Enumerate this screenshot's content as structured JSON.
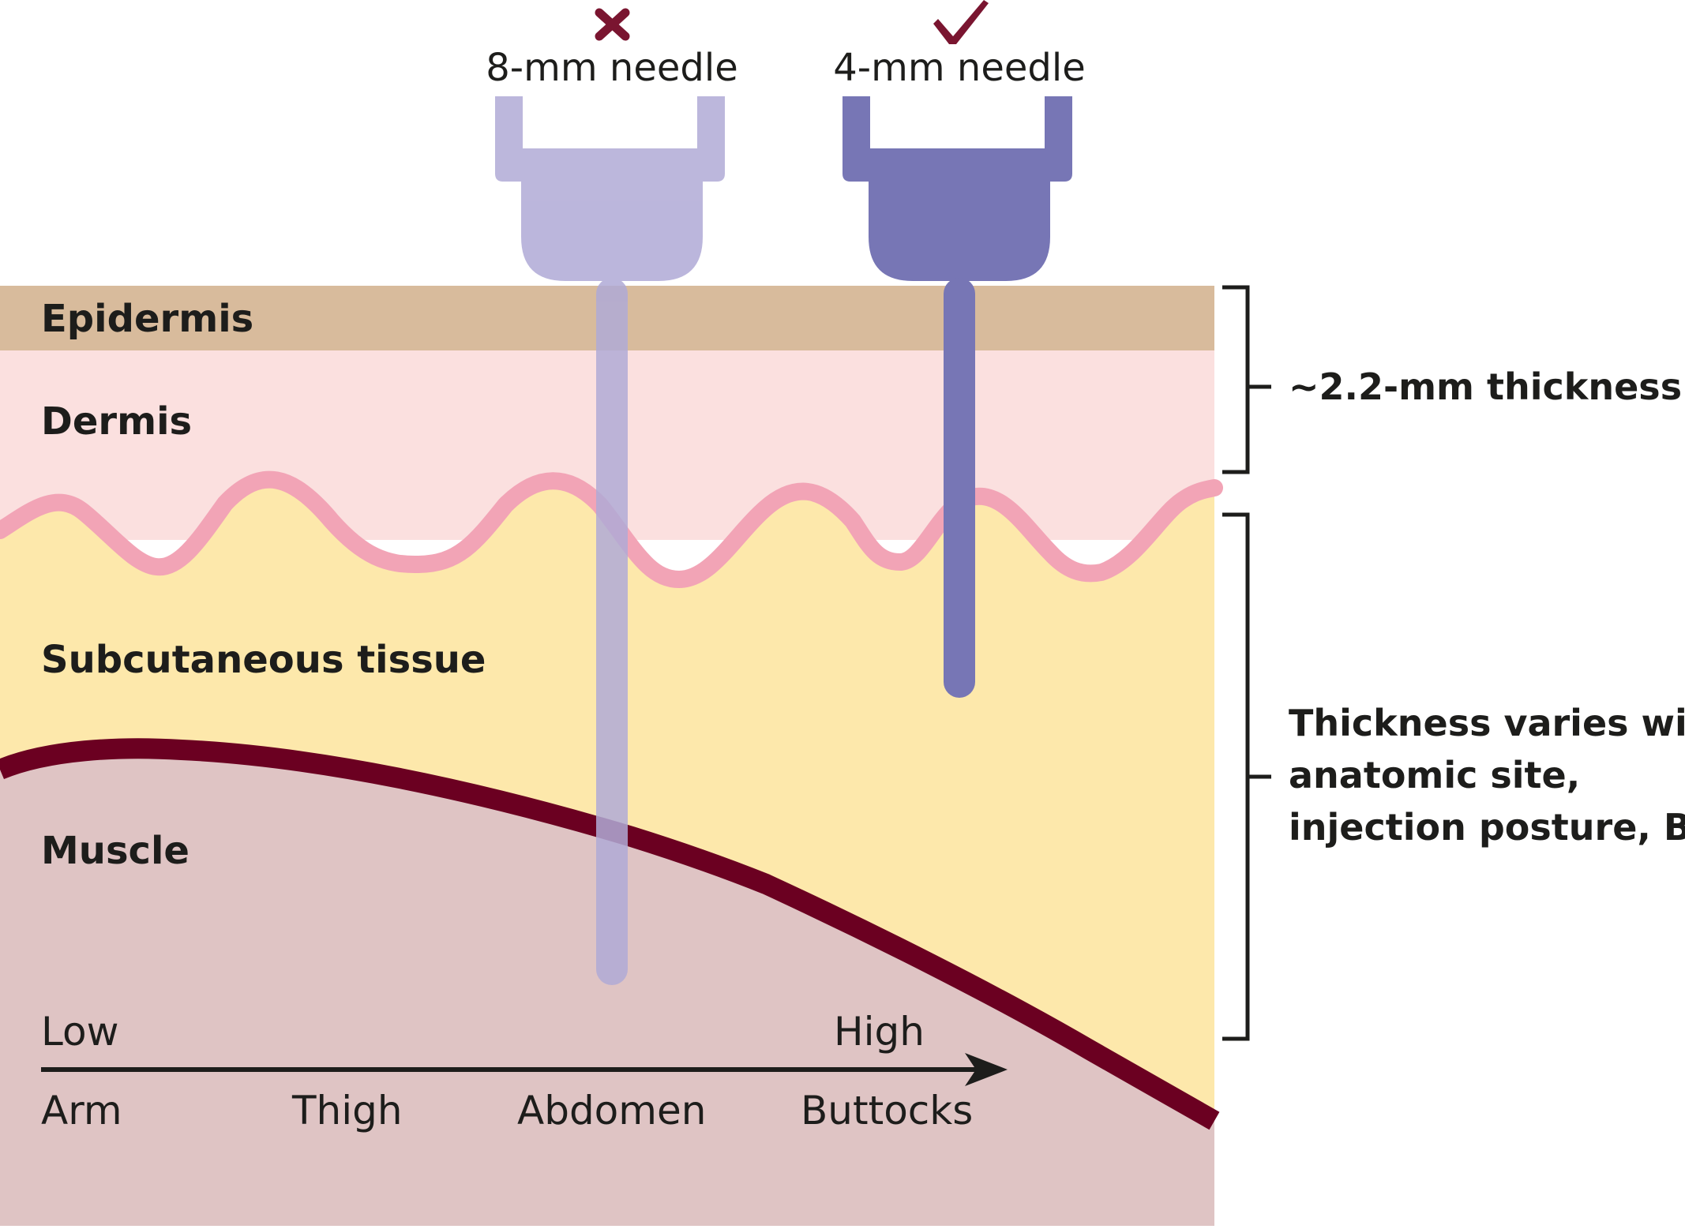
{
  "colors": {
    "epidermis": "#d8bb9c",
    "dermis": "#fbe0df",
    "subcutaneous": "#fde8ab",
    "muscle": "#dfc4c4",
    "dermal_wave": "#f2a4b6",
    "fascia": "#6b0021",
    "needle_8mm": "#b0aad6",
    "needle_4mm": "#7776b5",
    "mark": "#7a1530",
    "text": "#1d1d1b"
  },
  "layers": {
    "epidermis": "Epidermis",
    "dermis": "Dermis",
    "subcutaneous": "Subcutaneous tissue",
    "muscle": "Muscle"
  },
  "needles": {
    "long": {
      "label": "8-mm needle",
      "status": "incorrect",
      "mark_icon": "cross-icon"
    },
    "short": {
      "label": "4-mm needle",
      "status": "correct",
      "mark_icon": "check-icon"
    }
  },
  "annotations": {
    "skin_thickness": "~2.2-mm thickness",
    "subcut_note": {
      "line1": "Thickness varies with",
      "line2": "anatomic site,",
      "line3": "injection posture, BMI"
    }
  },
  "scale": {
    "low": "Low",
    "high": "High",
    "sites": [
      "Arm",
      "Thigh",
      "Abdomen",
      "Buttocks"
    ]
  }
}
